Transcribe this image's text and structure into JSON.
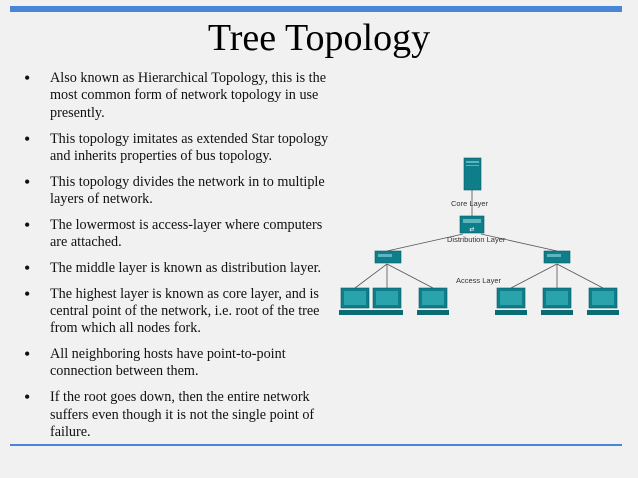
{
  "title": "Tree Topology",
  "bullets": [
    "Also known as Hierarchical Topology, this is the most common form of network topology in use presently.",
    "This topology imitates as extended Star topology and inherits properties of bus topology.",
    "This topology divides the network in to multiple layers of network.",
    "The lowermost is access-layer where computers are attached.",
    "The middle layer is known as distribution layer.",
    "The highest layer is known as core layer, and is central point of the network, i.e. root of the tree from which all nodes fork.",
    "All neighboring hosts have point-to-point connection between them.",
    "If the root goes down, then the entire network suffers even though it is not the single point of failure."
  ],
  "diagram": {
    "core_label": "Core Layer",
    "distribution_label": "Distribution Layer",
    "access_label": "Access Layer",
    "accent_color": "#0e7f8a"
  }
}
